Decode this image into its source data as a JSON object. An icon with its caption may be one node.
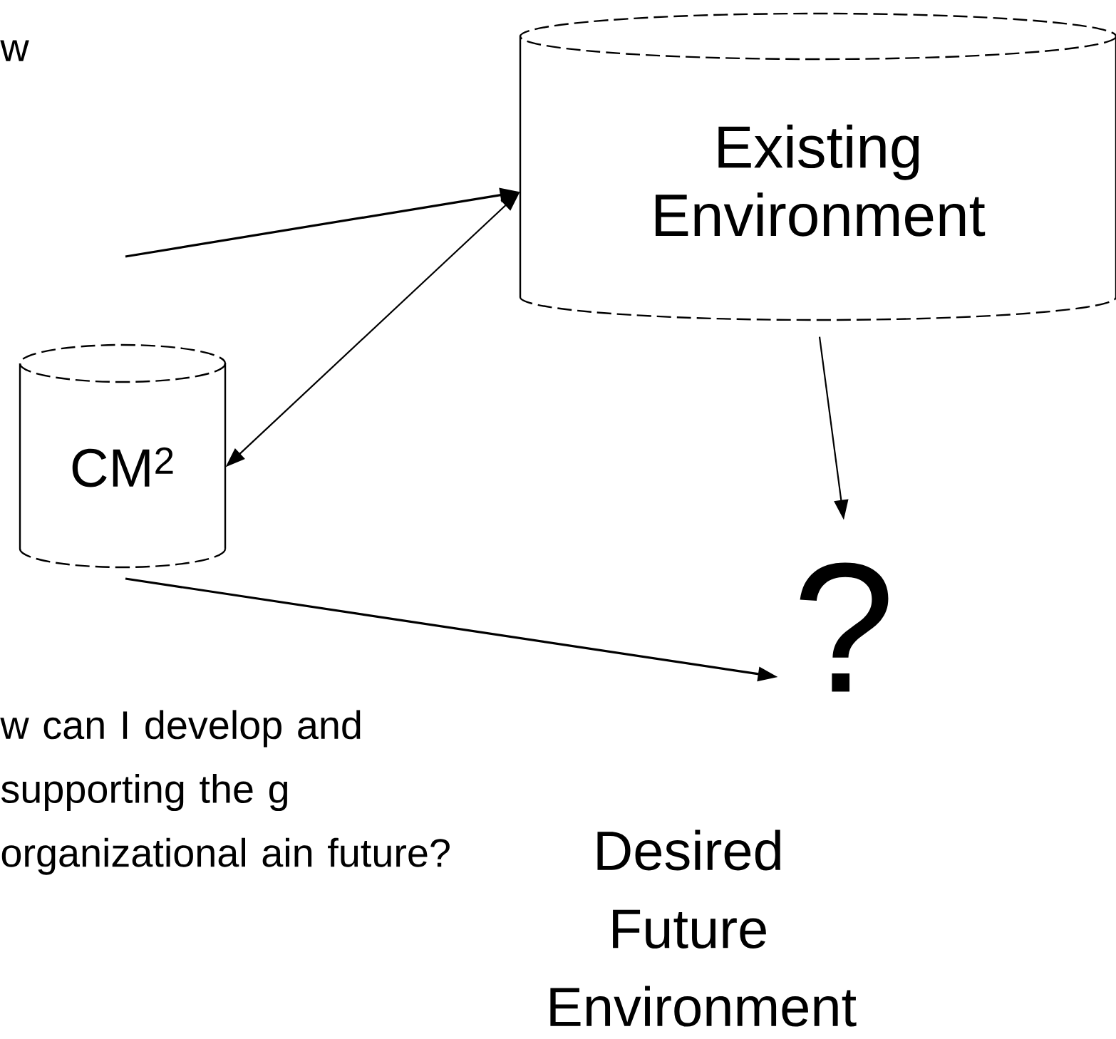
{
  "diagram": {
    "nodes": [
      {
        "text": [
          "Existing Environment"
        ]
      },
      {
        "text": [
          "CM$^{2}$"
        ]
      },
      {
        "text": [
          "?"
        ],
        "beside": [
          "Desired Future Environment"
        ]
      }
    ],
    "edges": [
      {
        "from": null,
        "to": 0,
        "arrow": "to"
      },
      {
        "from": 1,
        "to": 0,
        "arrow": "both"
      },
      {
        "from": 0,
        "to": 2,
        "arrow": "to"
      },
      {
        "from": 1,
        "to": 2,
        "arrow": "to"
      }
    ],
    "labels": [
      "w",
      "w can I develop and supporting the g organizational ain future?"
    ]
  }
}
